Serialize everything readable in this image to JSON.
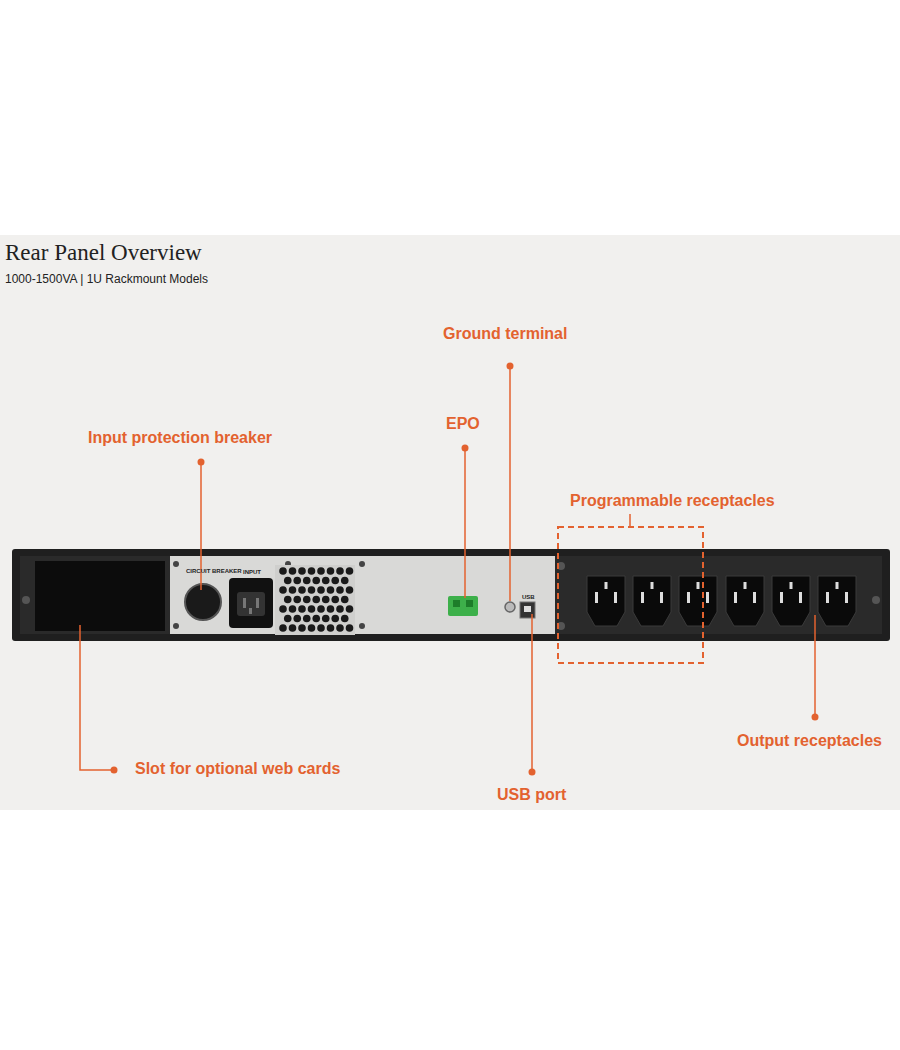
{
  "diagram": {
    "title": "Rear Panel Overview",
    "labels": [
      "1000-1500VA | 1U Rackmount Models",
      "Ground terminal",
      "EPO",
      "Input protection breaker",
      "Programmable receptacles",
      "Output receptacles",
      "Slot for optional web cards",
      "USB port",
      "CIRCUIT BREAKER",
      "INPUT",
      "USB"
    ]
  }
}
